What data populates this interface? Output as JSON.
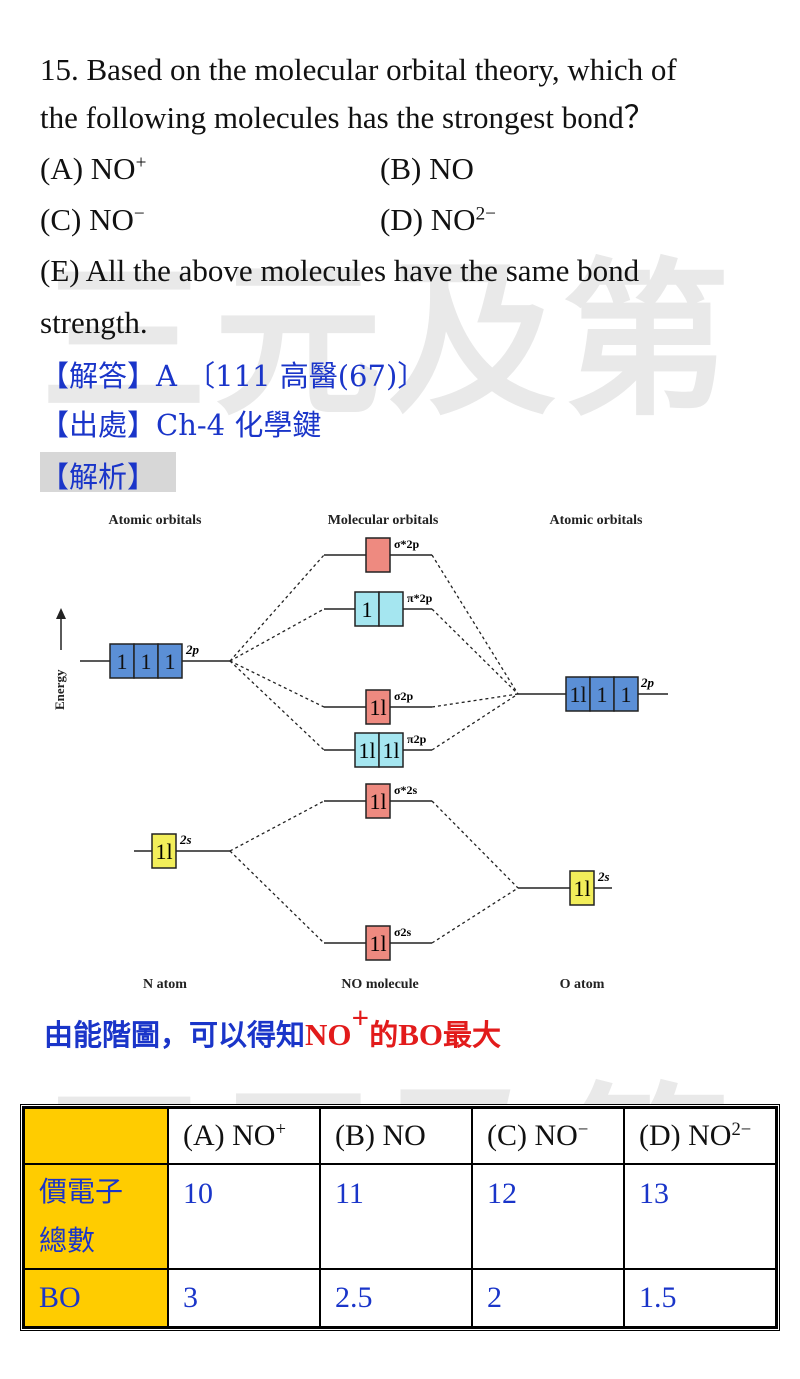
{
  "question": {
    "line1": "15. Based on the molecular orbital theory, which of",
    "line2": "the following molecules has the strongest bond？",
    "options": {
      "a_label": "(A) NO",
      "a_sup": "+",
      "b_label": "(B) NO",
      "c_label": "(C) NO",
      "c_sup": "−",
      "d_label": "(D) NO",
      "d_sup": "2−",
      "e_line1": "(E) All the above molecules have the same bond",
      "e_line2": "strength."
    }
  },
  "answer": {
    "label": "【解答】",
    "value": "A 〔111 高醫(67)〕"
  },
  "source": {
    "label": "【出處】",
    "value": "Ch-4  化學鍵"
  },
  "analysis": {
    "label": "【解析】"
  },
  "watermark": "三元及第",
  "diagram": {
    "header_left": "Atomic orbitals",
    "header_mid": "Molecular orbitals",
    "header_right": "Atomic orbitals",
    "energy_label": "Energy",
    "n_2p": "2p",
    "o_2p": "2p",
    "n_2s": "2s",
    "o_2s": "2s",
    "mo_sigma2p_star": "σ*2p",
    "mo_pi2p_star": "π*2p",
    "mo_sigma2p": "σ2p",
    "mo_pi2p": "π2p",
    "mo_sigma2s_star": "σ*2s",
    "mo_sigma2s": "σ2s",
    "footer_left": "N atom",
    "footer_mid": "NO molecule",
    "footer_right": "O atom",
    "colors": {
      "p_orbital": "#5b8fd6",
      "pi": "#a5e6f0",
      "sigma": "#ee8a80",
      "s_orbital": "#f2ee5a"
    }
  },
  "conclusion": {
    "prefix": "由能階圖，可以得知",
    "species": "NO",
    "species_sup": "+",
    "mid": "的",
    "bo": "BO",
    "suffix": "最大"
  },
  "table": {
    "headers": [
      {
        "label": "(A) NO",
        "sup": "+"
      },
      {
        "label": "(B) NO",
        "sup": ""
      },
      {
        "label": "(C) NO",
        "sup": "−"
      },
      {
        "label": "(D) NO",
        "sup": "2−"
      }
    ],
    "row1_label_line1": "價電子",
    "row1_label_line2": "總數",
    "row1_values": [
      "10",
      "11",
      "12",
      "13"
    ],
    "row2_label": "BO",
    "row2_values": [
      "3",
      "2.5",
      "2",
      "1.5"
    ]
  }
}
